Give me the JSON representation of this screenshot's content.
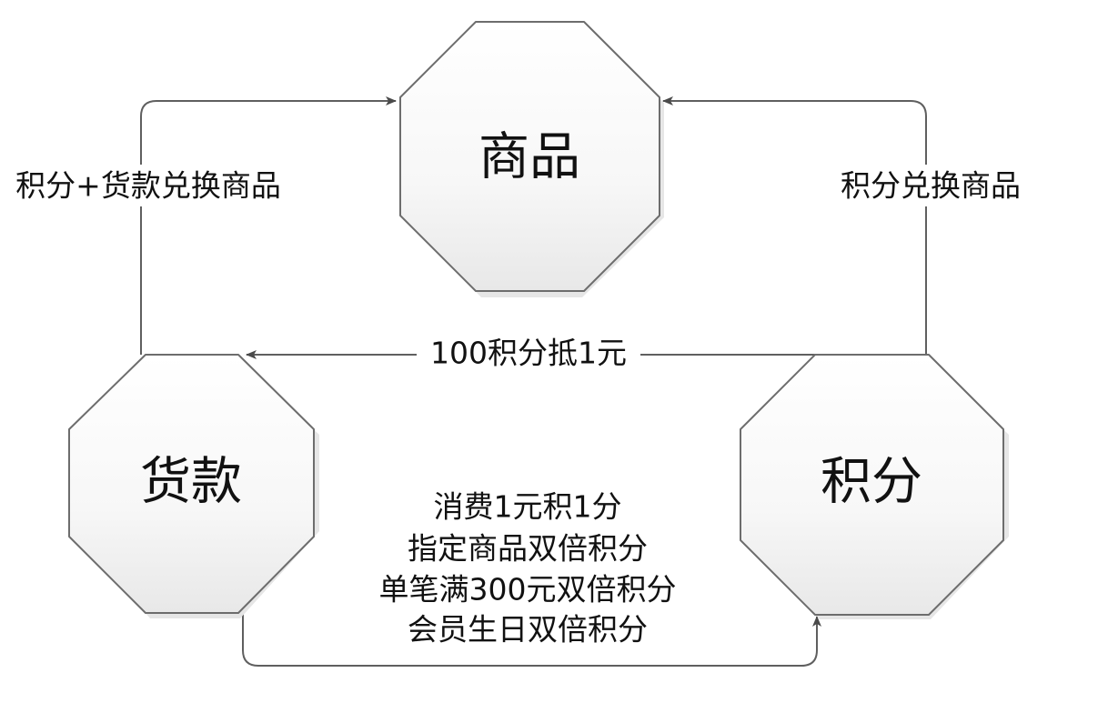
{
  "nodes": {
    "goods": {
      "label": "商品"
    },
    "payment": {
      "label": "货款"
    },
    "points": {
      "label": "积分"
    }
  },
  "edges": {
    "payment_to_goods": {
      "label": "积分+货款兑换商品"
    },
    "points_to_goods": {
      "label": "积分兑换商品"
    },
    "points_to_payment": {
      "label": "100积分抵1元"
    },
    "payment_to_points": {
      "lines": [
        "消费1元积1分",
        "指定商品双倍积分",
        "单笔满300元双倍积分",
        "会员生日双倍积分"
      ]
    }
  },
  "colors": {
    "node_fill_top": "#ffffff",
    "node_fill_bottom": "#e9e9e9",
    "stroke": "#6d6d6d",
    "connector": "#5f5f5f",
    "text": "#111111"
  }
}
